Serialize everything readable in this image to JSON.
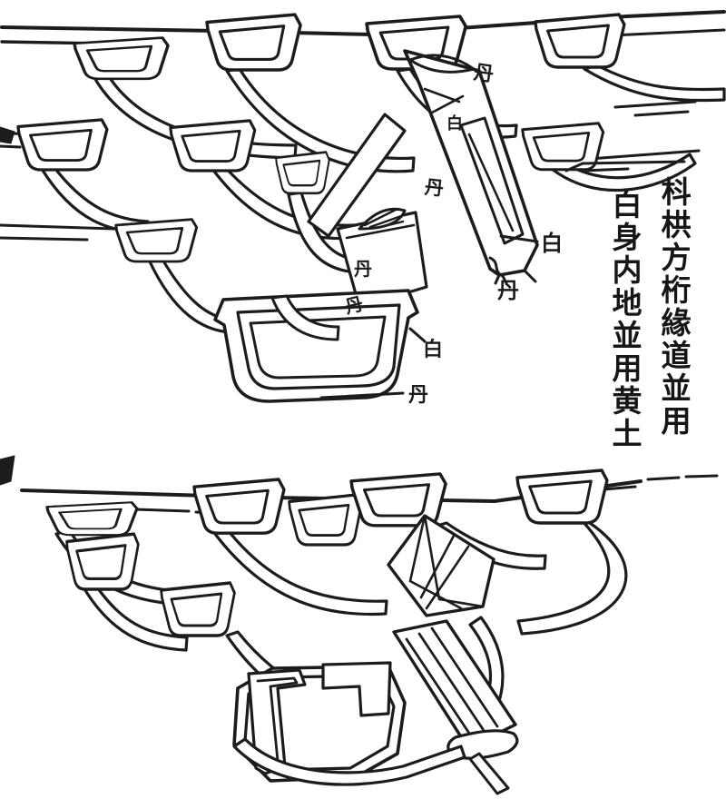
{
  "page": {
    "paper_color": "#ffffff",
    "ink_color": "#1c1c1c"
  },
  "caption": {
    "column_right": "枓栱方桁緣道並用",
    "column_left": "白身内地並用黄土"
  },
  "top_figure": {
    "labels": {
      "dan_ang_top": "丹",
      "bai_ang_mid": "白",
      "dan_ang_panel": "丹",
      "bai_side": "白",
      "dan_tip": "丹",
      "dan_band_upper": "丹",
      "dan_band_lower": "丹",
      "bai_lower": "白",
      "dan_bottom": "丹"
    }
  },
  "bottom_figure": {
    "labels": {}
  }
}
